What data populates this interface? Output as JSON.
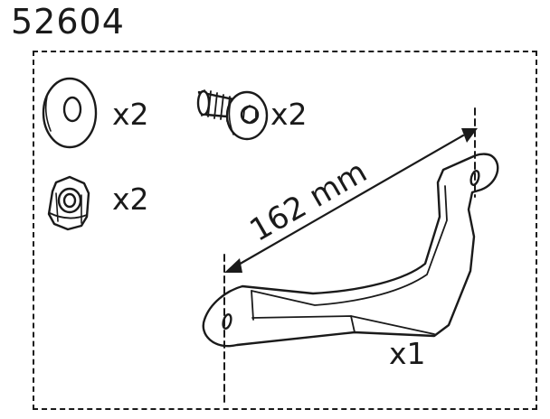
{
  "part_number": "52604",
  "parts": {
    "washer": {
      "icon": "washer-icon",
      "quantity": "x2"
    },
    "bolt": {
      "icon": "button-head-bolt-icon",
      "quantity": "x2"
    },
    "nut": {
      "icon": "hex-nut-icon",
      "quantity": "x2"
    },
    "bracket": {
      "icon": "bracket-icon",
      "quantity": "x1"
    }
  },
  "dimension": {
    "label": "162 mm"
  }
}
